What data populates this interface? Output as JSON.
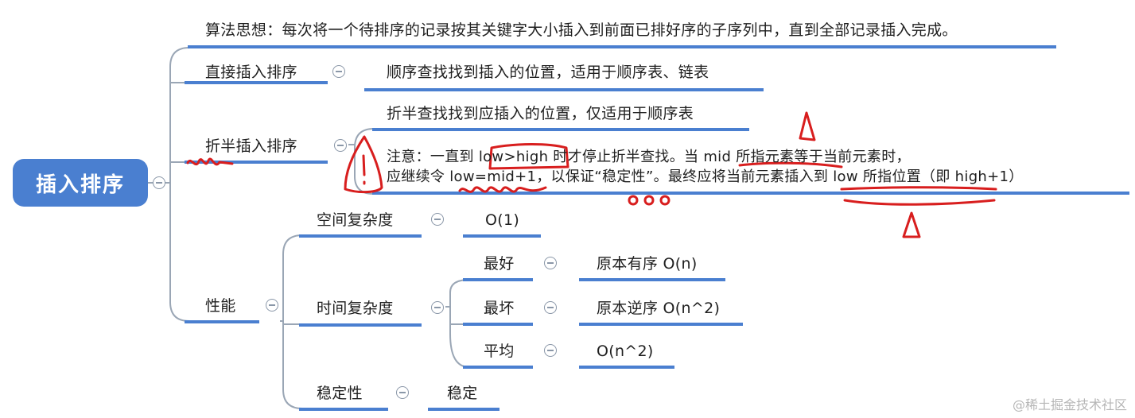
{
  "root": {
    "label": "插入排序"
  },
  "nodes": {
    "idea": "算法思想：每次将一个待排序的记录按其关键字大小插入到前面已排好序的子序列中，直到全部记录插入完成。",
    "direct": {
      "label": "直接插入排序",
      "detail": "顺序查找找到插入的位置，适用于顺序表、链表"
    },
    "binary": {
      "label": "折半插入排序",
      "detail": "折半查找找到应插入的位置，仅适用于顺序表",
      "note_line1": "注意：一直到 low>high 时才停止折半查找。当 mid 所指元素等于当前元素时，",
      "note_line2": "应继续令 low=mid+1，以保证“稳定性”。最终应将当前元素插入到 low 所指位置（即 high+1）"
    },
    "performance": {
      "label": "性能",
      "space": {
        "label": "空间复杂度",
        "value": "O(1)"
      },
      "time": {
        "label": "时间复杂度",
        "best": {
          "label": "最好",
          "value": "原本有序 O(n)"
        },
        "worst": {
          "label": "最坏",
          "value": "原本逆序 O(n^2)"
        },
        "avg": {
          "label": "平均",
          "value": "O(n^2)"
        }
      },
      "stability": {
        "label": "稳定性",
        "value": "稳定"
      }
    }
  },
  "watermark": "@稀土掘金技术社区",
  "colors": {
    "branch": "#4a7fd0",
    "connector": "#9aa6b5",
    "annotation": "#d81e1e"
  }
}
